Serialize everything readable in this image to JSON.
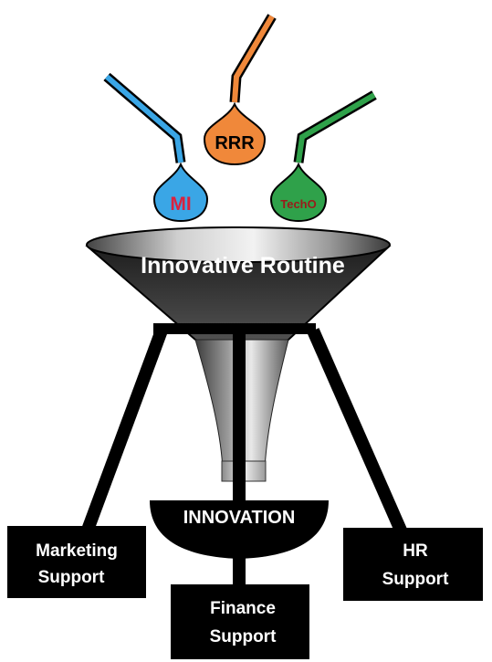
{
  "inputs": [
    {
      "label": "MI",
      "drop_color": "#3aa6e6",
      "pipe_color": "#3aa6e6",
      "text_color": "#d9223f"
    },
    {
      "label": "RRR",
      "drop_color": "#f0883a",
      "pipe_color": "#f0883a",
      "text_color": "#000000"
    },
    {
      "label": "TechO",
      "drop_color": "#2fa14a",
      "pipe_color": "#2fa14a",
      "text_color": "#9b1b1b"
    }
  ],
  "funnel": {
    "label": "Innovative Routine",
    "label_color": "#ffffff"
  },
  "bowl": {
    "label": "INNOVATION",
    "label_color": "#ffffff"
  },
  "outputs": [
    {
      "line1": "Marketing",
      "line2": "Support"
    },
    {
      "line1": "Finance",
      "line2": "Support"
    },
    {
      "line1": "HR",
      "line2": "Support"
    }
  ],
  "colors": {
    "frame": "#000000",
    "box_fill": "#000000",
    "box_text": "#ffffff"
  }
}
